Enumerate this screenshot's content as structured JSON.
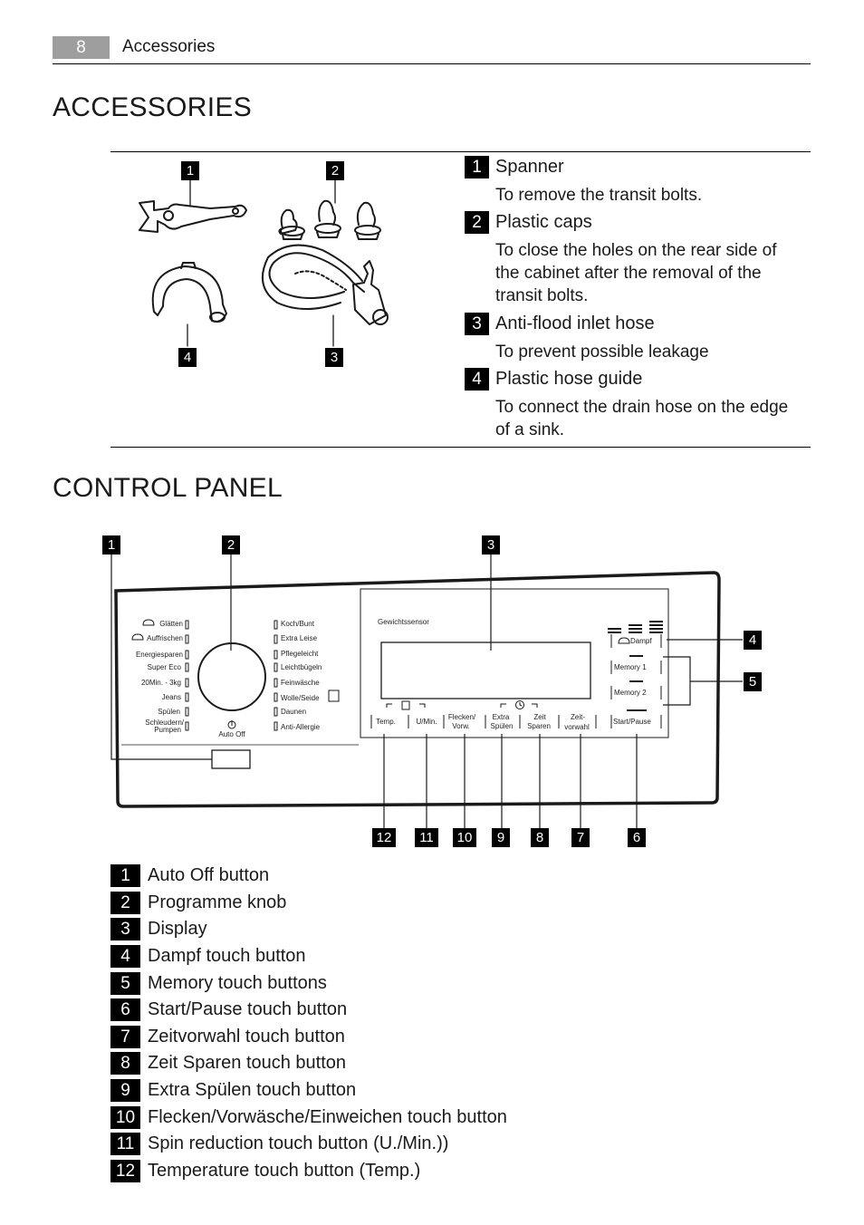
{
  "header": {
    "page_number": "8",
    "section": "Accessories"
  },
  "accessories": {
    "title": "ACCESSORIES",
    "image_callouts": [
      "1",
      "2",
      "4",
      "3"
    ],
    "items": [
      {
        "number": "1",
        "name": "Spanner",
        "description": "To remove the transit bolts."
      },
      {
        "number": "2",
        "name": "Plastic caps",
        "description": "To close the holes on the rear side of the cabinet after the removal of the transit bolts."
      },
      {
        "number": "3",
        "name": "Anti-flood inlet hose",
        "description": "To prevent possible leakage"
      },
      {
        "number": "4",
        "name": "Plastic hose guide",
        "description": "To connect the drain hose on the edge of a sink."
      }
    ]
  },
  "control_panel": {
    "title": "CONTROL PANEL",
    "top_callouts": [
      "1",
      "2",
      "3"
    ],
    "right_callouts": [
      "4",
      "5"
    ],
    "bottom_callouts": [
      "12",
      "11",
      "10",
      "9",
      "8",
      "7",
      "6"
    ],
    "programmes_left": [
      "Glätten",
      "Auffrischen",
      "Energiesparen",
      "Super Eco",
      "20Min. - 3kg",
      "Jeans",
      "Spülen",
      "Schleudern/",
      "Pumpen"
    ],
    "programmes_right": [
      "Koch/Bunt",
      "Extra Leise",
      "Pflegeleicht",
      "Leichtbügeln",
      "Feinwäsche",
      "Wolle/Seide",
      "Daunen",
      "Anti-Allergie"
    ],
    "knob_label": "Auto Off",
    "display_label": "Gewichtssensor",
    "touch_buttons": [
      "Temp.",
      "U/Min.",
      "Flecken/",
      "Vorw.",
      "Extra",
      "Spülen",
      "Zeit",
      "Sparen",
      "Zeit-",
      "vorwahl"
    ],
    "right_buttons": [
      "Dampf",
      "Memory 1",
      "Memory 2",
      "Start/Pause"
    ],
    "legend": [
      {
        "number": "1",
        "label": "Auto Off button"
      },
      {
        "number": "2",
        "label": "Programme knob"
      },
      {
        "number": "3",
        "label": "Display"
      },
      {
        "number": "4",
        "label": "Dampf touch button"
      },
      {
        "number": "5",
        "label": "Memory touch buttons"
      },
      {
        "number": "6",
        "label": "Start/Pause touch button"
      },
      {
        "number": "7",
        "label": "Zeitvorwahl touch button"
      },
      {
        "number": "8",
        "label": "Zeit Sparen touch button"
      },
      {
        "number": "9",
        "label": "Extra Spülen touch button"
      },
      {
        "number": "10",
        "label": "Flecken/Vorwäsche/Einweichen touch button"
      },
      {
        "number": "11",
        "label": "Spin reduction touch button (U./Min.))"
      },
      {
        "number": "12",
        "label": "Temperature touch button (Temp.)"
      }
    ]
  }
}
